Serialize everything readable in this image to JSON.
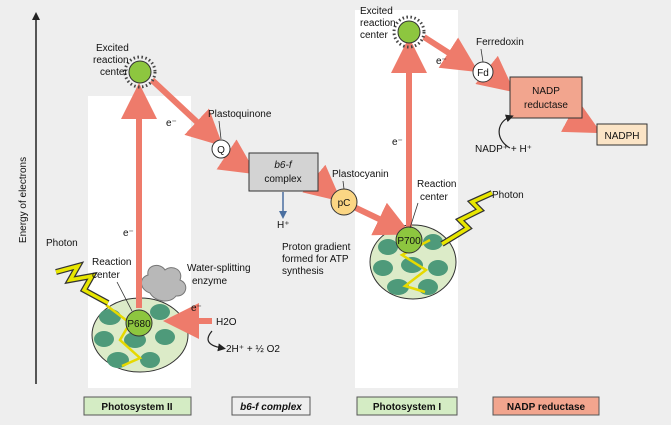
{
  "axis_label": "Energy of electrons",
  "bottom_labels": {
    "ps2": "Photosystem II",
    "b6f": "b6-f complex",
    "ps1": "Photosystem I",
    "nadp": "NADP reductase"
  },
  "ps2": {
    "excited_center": [
      "Excited",
      "reaction",
      "center"
    ],
    "photon": "Photon",
    "reaction_center": [
      "Reaction",
      "center"
    ],
    "p680": "P680",
    "water_enzyme": [
      "Water-splitting",
      "enzyme"
    ],
    "electron": "e⁻",
    "h2o": "H2O",
    "products": "2H⁺ + ½ O2"
  },
  "plastoquinone": {
    "label": "Plastoquinone",
    "symbol": "Q"
  },
  "b6f": {
    "line1": "b6-f",
    "line2": "complex"
  },
  "proton": {
    "h": "H⁺",
    "lines": [
      "Proton gradient",
      "formed for ATP",
      "synthesis"
    ]
  },
  "plastocyanin": {
    "label": "Plastocyanin",
    "symbol": "pC"
  },
  "ps1": {
    "excited_center": [
      "Excited",
      "reaction",
      "center"
    ],
    "reaction_center": [
      "Reaction",
      "center"
    ],
    "photon": "Photon",
    "p700": "P700"
  },
  "ferredoxin": {
    "label": "Ferredoxin",
    "symbol": "Fd"
  },
  "nadp_reductase": [
    "NADP",
    "reductase"
  ],
  "nadp_input": "NADP⁺ + H⁺",
  "nadph": "NADPH",
  "colors": {
    "arrow": "#ee7b6b",
    "green_center": "#8dc63f",
    "cluster": "#4e9a7a",
    "cluster_bg": "#dcebc8",
    "b6f_box": "#d3d3d3",
    "nadp_box": "#f2a58e",
    "nadph_box": "#fbe4c6",
    "ps_label_bg": "#d4ecc4",
    "photon": "#e8e600"
  }
}
